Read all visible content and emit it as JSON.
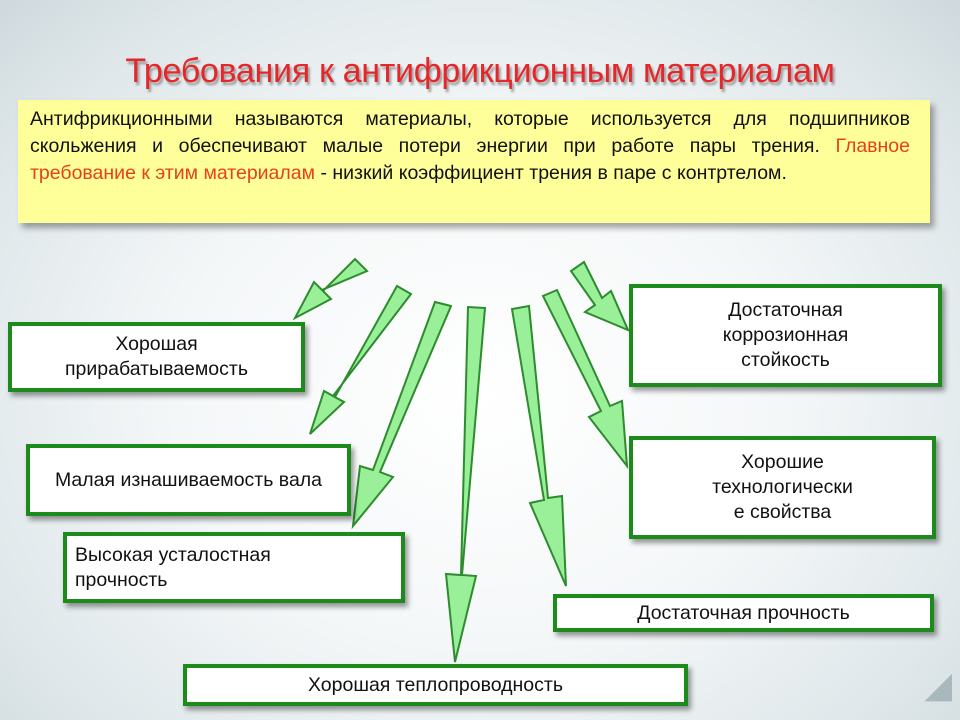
{
  "title": "Требования к антифрикционным материалам",
  "intro": {
    "part1": "Антифрикционными называются материалы, которые используется для подшипников скольжения и обеспечивают малые потери энергии при работе пары трения. ",
    "highlight": "Главное требование к этим материалам",
    "part2": " - низкий коэффициент трения в паре с контртелом."
  },
  "boxes": {
    "b1": "Хорошая прирабатываемость",
    "b2": "Малая изнашиваемость вала",
    "b3": "Высокая усталостная\nпрочность",
    "b4": "Хорошая теплопроводность",
    "b5": "Достаточная\nкоррозионная\nстойкость",
    "b6": "Хорошие\nтехнологически\nе  свойства",
    "b7": "Достаточная прочность"
  },
  "colors": {
    "title": "#e6272a",
    "highlight": "#e8401c",
    "intro_bg": "#ffff99",
    "box_border": "#1c8b1c",
    "arrow_fill": "#99f099"
  }
}
